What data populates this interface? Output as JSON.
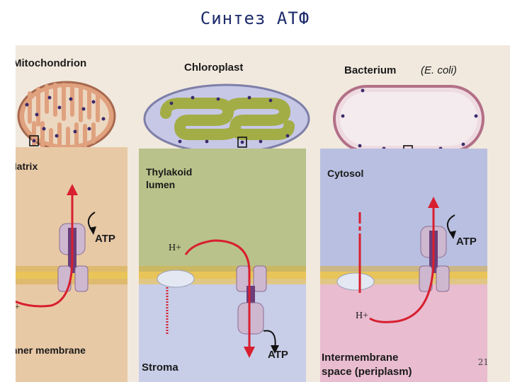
{
  "slide": {
    "title": "Синтез АТФ",
    "page_number": "21"
  },
  "panels": {
    "mitochondrion": {
      "header": "Mitochondrion",
      "top_label": "Matrix",
      "membrane_label": "Inner membrane",
      "product": "ATP",
      "ion": "H+"
    },
    "chloroplast": {
      "header": "Chloroplast",
      "top_label_line1": "Thylakoid",
      "top_label_line2": "lumen",
      "bottom_label": "Stroma",
      "product": "ATP",
      "ion": "H+"
    },
    "bacterium": {
      "header_main": "Bacterium",
      "header_species": "(E. coli)",
      "top_label": "Cytosol",
      "bottom_label_line1": "Intermembrane",
      "bottom_label_line2": "space (periplasm)",
      "product": "ATP",
      "ion": "H+"
    }
  },
  "colors": {
    "background": "#f1e9de",
    "membrane": "#e9c458",
    "membrane_heads": "#c9a83c",
    "atp_synthase": "#cdb8cf",
    "atp_synthase_dark": "#6b3e7a",
    "arrow": "#d81f2f",
    "stroma": "#c8cde8",
    "lumen": "#b9c28a",
    "cytosol": "#b9bfe0",
    "periplasm": "#e9bccf",
    "matrix": "#e8c9a6"
  }
}
